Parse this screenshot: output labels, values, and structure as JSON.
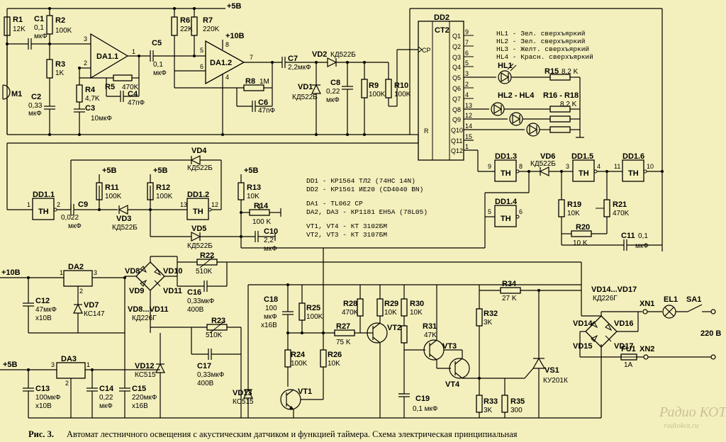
{
  "rails": {
    "p5v_top": "+5В",
    "p10v_top": "+10В",
    "p5v_a": "+5В",
    "p5v_b": "+5В",
    "p5v_c": "+5В",
    "p10v_in": "+10В",
    "p5v_in": "+5В",
    "mains": "220 В"
  },
  "chips": {
    "da11": "DA1.1",
    "da12": "DA1.2",
    "dd2": "DD2",
    "ct2": "CT2",
    "dd11": "DD1.1",
    "dd12": "DD1.2",
    "dd13": "DD1.3",
    "dd14": "DD1.4",
    "dd15": "DD1.5",
    "dd16": "DD1.6",
    "da2": "DA2",
    "da3": "DA3",
    "th": "TH",
    "cp": "CP",
    "r": "R"
  },
  "pins": {
    "p3": "3",
    "p2": "2",
    "p1": "1",
    "p5": "5",
    "p6": "6",
    "p7": "7",
    "p8": "8",
    "p4": "4",
    "p10": "10",
    "p11": "11",
    "p13": "13",
    "p12": "12",
    "p9": "9",
    "p14": "14",
    "p15": "15",
    "q1": "Q1",
    "q2": "Q2",
    "q3": "Q3",
    "q4": "Q4",
    "q5": "Q5",
    "q6": "Q6",
    "q7": "Q7",
    "q8": "Q8",
    "q9": "Q9",
    "q10": "Q10",
    "q11": "Q11",
    "q12": "Q12",
    "n9": "9",
    "n7": "7",
    "n6": "6",
    "n5": "5",
    "n3": "3",
    "n2": "2",
    "n4": "4",
    "n13": "13",
    "n12": "12",
    "n14": "14",
    "n15": "15",
    "n1": "1"
  },
  "parts": {
    "r1": "R1",
    "r1v": "12K",
    "c1": "C1",
    "c1v1": "0,1",
    "c1v2": "мкФ",
    "r2": "R2",
    "r2v": "100K",
    "r3": "R3",
    "r3v": "1K",
    "m1": "M1",
    "c2": "C2",
    "c2v1": "0,33",
    "c2v2": "мкФ",
    "r4": "R4",
    "r4v": "4,7K",
    "c3": "C3",
    "c3v": "10мкФ",
    "r5": "R5",
    "r5v": "470K",
    "c4": "C4",
    "c4v": "47пФ",
    "c5": "C5",
    "c5v1": "0,1",
    "c5v2": "мкФ",
    "r6": "R6",
    "r6v": "22K",
    "r7": "R7",
    "r7v": "220K",
    "r8": "R8",
    "r8v": "1M",
    "c6": "C6",
    "c6v": "47пФ",
    "c7": "C7",
    "c7v": "2,2мкФ",
    "vd2": "VD2",
    "vd2t": "КД522Б",
    "vd1": "VD1",
    "vd1t": "КД522Б",
    "c8": "C8",
    "c8v1": "0,22",
    "c8v2": "мкФ",
    "r9": "R9",
    "r9v": "100K",
    "r10": "R10",
    "r10v": "100K",
    "hl1": "HL1",
    "hl24": "HL2 - HL4",
    "r15": "R15",
    "r15v": "8,2 K",
    "r1618": "R16 - R18",
    "r1618v": "8,2 K",
    "vd4": "VD4",
    "vd4t": "КД522Б",
    "r11": "R11",
    "r11v": "100K",
    "r12": "R12",
    "r12v": "100K",
    "r13": "R13",
    "r13v": "10K",
    "r14": "R14",
    "r14v": "100 K",
    "c10": "C10",
    "c10v1": "2,2",
    "c10v2": "мкФ",
    "c9": "C9",
    "c9v1": "0,022",
    "c9v2": "мкФ",
    "vd3": "VD3",
    "vd3t": "КД522Б",
    "vd5": "VD5",
    "vd5t": "КД522Б",
    "vd6": "VD6",
    "vd6t": "КД522Б",
    "r19": "R19",
    "r19v": "10K",
    "r21": "R21",
    "r21v": "470K",
    "r20": "R20",
    "r20v": "10 K",
    "c11": "C11",
    "c11v1": "0,1",
    "c11v2": "мкФ",
    "vd8": "VD8",
    "vd9": "VD9",
    "vd10": "VD10",
    "vd11": "VD11",
    "vd811": "VD8...VD11",
    "vd811t": "КД226Г",
    "r22": "R22",
    "r22v": "510K",
    "c16": "C16",
    "c16v1": "0,33мкФ",
    "c16v2": "400В",
    "r23": "R23",
    "r23v": "510K",
    "c17": "C17",
    "c17v1": "0,33мкФ",
    "c17v2": "400В",
    "c12": "C12",
    "c12v1": "47мкФ",
    "c12v2": "x10В",
    "vd7": "VD7",
    "vd7t": "КС147",
    "c13": "C13",
    "c13v1": "100мкФ",
    "c13v2": "x10В",
    "c14": "C14",
    "c14v1": "0,22",
    "c14v2": "мкФ",
    "c15": "C15",
    "c15v1": "220мкФ",
    "c15v2": "x16В",
    "vd12": "VD12",
    "vd12t": "КС515",
    "c18": "C18",
    "c18v1": "100",
    "c18v2": "мкФ",
    "c18v3": "x16В",
    "r25": "R25",
    "r25v": "100K",
    "r24": "R24",
    "r24v": "100K",
    "r26": "R26",
    "r26v": "10K",
    "r27": "R27",
    "r27v": "75 K",
    "vd13": "VD13",
    "vd13t": "КС515",
    "vt1": "VT1",
    "vt2": "VT2",
    "vt3": "VT3",
    "vt4": "VT4",
    "r28": "R28",
    "r28v": "470K",
    "r29": "R29",
    "r29v": "10K",
    "r30": "R30",
    "r30v": "10K",
    "r31": "R31",
    "r31v": "47K",
    "r32": "R32",
    "r32v": "3K",
    "r33": "R33",
    "r33v": "3K",
    "r35": "R35",
    "r35v": "300",
    "c19": "C19",
    "c19v": "0,1 мкФ",
    "r34": "R34",
    "r34v": "27 K",
    "vs1": "VS1",
    "vs1t": "КУ201К",
    "vd1417": "VD14...VD17",
    "vd1417t": "КД226Г",
    "vd14": "VD14",
    "vd15": "VD15",
    "vd16": "VD16",
    "vd17": "VD17",
    "xn1": "XN1",
    "xn2": "XN2",
    "el1": "EL1",
    "sa1": "SA1",
    "fu1": "FU1",
    "fu1v": "1A"
  },
  "legend_hl": [
    "HL1  -  Зел. сверхъяркий",
    "HL2  -  Зел. сверхъяркий",
    "HL3  -  Желт. сверхъяркий",
    "HL4  -  Красн. сверхъяркий"
  ],
  "legend_ic": [
    "DD1  -  КР1564 ТЛ2      (74НС 14N)",
    "DD2  -  КР1561 ИЕ20    (CD4040 BN)",
    "DA1  -  TL062 CP",
    "DA2, DA3  -  КР1181 ЕН5А   (78L05)",
    "VT1, VT4  -  КТ 3102БМ",
    "VT2, VT3  -  КТ 3107БМ"
  ],
  "caption_bold": "Рис. 3.",
  "caption": "Автомат лестничного освещения с акустическим датчиком и функцией таймера. Схема электрическая принципиальная",
  "watermark": "Радио КОТ",
  "watermark_url": "radiokot.ru"
}
